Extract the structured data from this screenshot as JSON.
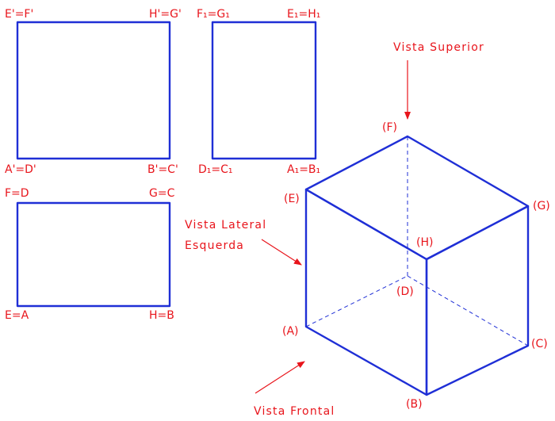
{
  "colors": {
    "edge": "#1f2fd6",
    "label": "#e8141b",
    "background": "#ffffff"
  },
  "views": {
    "frontal": {
      "top_left": "E'=F'",
      "top_right": "H'=G'",
      "bottom_left": "A'=D'",
      "bottom_right": "B'=C'"
    },
    "lateral": {
      "top_left": "F₁=G₁",
      "top_right": "E₁=H₁",
      "bottom_left": "D₁=C₁",
      "bottom_right": "A₁=B₁"
    },
    "superior": {
      "top_left": "F=D",
      "top_right": "G=C",
      "bottom_left": "E=A",
      "bottom_right": "H=B"
    }
  },
  "cube": {
    "vertices": {
      "A": "(A)",
      "B": "(B)",
      "C": "(C)",
      "D": "(D)",
      "E": "(E)",
      "F": "(F)",
      "G": "(G)",
      "H": "(H)"
    }
  },
  "captions": {
    "superior": "Vista Superior",
    "lateral_line1": "Vista Lateral",
    "lateral_line2": "Esquerda",
    "frontal": "Vista Frontal"
  }
}
